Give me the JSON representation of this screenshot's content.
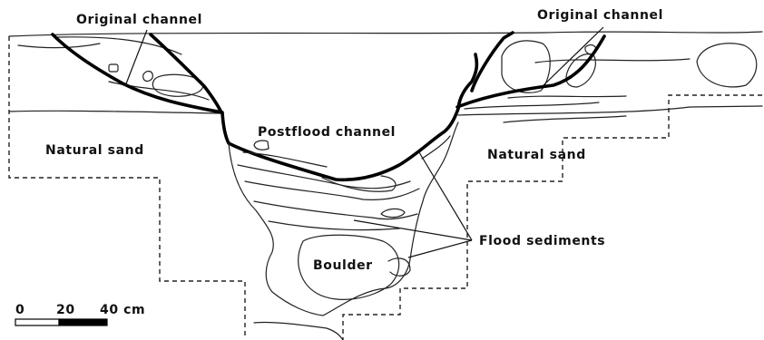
{
  "labels": {
    "original_channel_left": "Original channel",
    "original_channel_right": "Original channel",
    "postflood_channel": "Postflood channel",
    "natural_sand_left": "Natural sand",
    "natural_sand_right": "Natural sand",
    "flood_sediments": "Flood sediments",
    "boulder": "Boulder"
  },
  "scale_bar": {
    "ticks": [
      "0",
      "20",
      "40 cm"
    ]
  }
}
